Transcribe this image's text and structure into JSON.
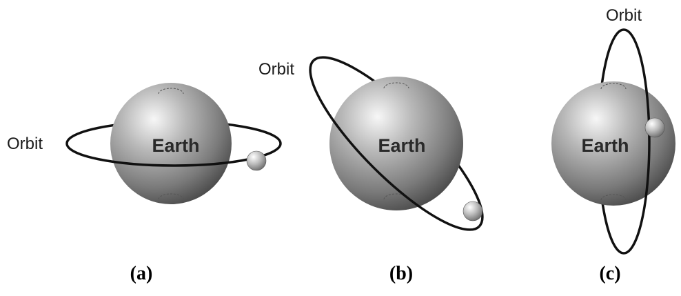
{
  "panels": [
    {
      "orbit_label": "Orbit",
      "earth_label": "Earth",
      "caption": "(a)"
    },
    {
      "orbit_label": "Orbit",
      "earth_label": "Earth",
      "caption": "(b)"
    },
    {
      "orbit_label": "Orbit",
      "earth_label": "Earth",
      "caption": "(c)"
    }
  ],
  "colors": {
    "earth_light": "#f4f4f4",
    "earth_dark": "#4a4a4a",
    "orbit": "#111111",
    "satellite_light": "#ffffff",
    "satellite_dark": "#6e6e6e"
  }
}
